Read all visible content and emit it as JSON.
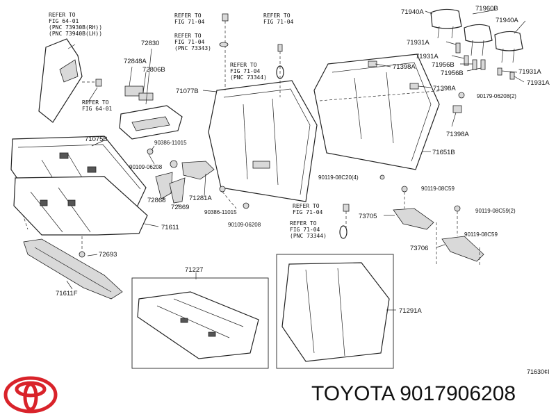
{
  "labels": [
    {
      "id": "71940A-top",
      "text": "71940A"
    },
    {
      "id": "71960B",
      "text": "71960B"
    },
    {
      "id": "71940A-mid",
      "text": "71940A"
    },
    {
      "id": "71931A-1",
      "text": "71931A"
    },
    {
      "id": "71931A-2",
      "text": "71931A"
    },
    {
      "id": "71956B-1",
      "text": "71956B"
    },
    {
      "id": "71956B-2",
      "text": "71956B"
    },
    {
      "id": "71931A-3",
      "text": "71931A"
    },
    {
      "id": "71931A-4",
      "text": "71931A"
    },
    {
      "id": "71398A-1",
      "text": "71398A"
    },
    {
      "id": "71398A-2",
      "text": "71398A"
    },
    {
      "id": "71398A-3",
      "text": "71398A"
    },
    {
      "id": "90179-06208",
      "text": "90179-06208(2)"
    },
    {
      "id": "71651B",
      "text": "71651B"
    },
    {
      "id": "90119-08C20",
      "text": "90119-08C20(4)"
    },
    {
      "id": "90119-08C59-a",
      "text": "90119-08C59"
    },
    {
      "id": "90119-08C59-b",
      "text": "90119-08C59(2)"
    },
    {
      "id": "90119-08C59-c",
      "text": "90119-08C59"
    },
    {
      "id": "73705",
      "text": "73705"
    },
    {
      "id": "73706",
      "text": "73706"
    },
    {
      "id": "71291A",
      "text": "71291A"
    },
    {
      "id": "71227",
      "text": "71227"
    },
    {
      "id": "71611F",
      "text": "71611F"
    },
    {
      "id": "72693",
      "text": "72693"
    },
    {
      "id": "71611",
      "text": "71611"
    },
    {
      "id": "71075B",
      "text": "71075B"
    },
    {
      "id": "72830",
      "text": "72830"
    },
    {
      "id": "72848A",
      "text": "72848A"
    },
    {
      "id": "72806B",
      "text": "72806B"
    },
    {
      "id": "71077B",
      "text": "71077B"
    },
    {
      "id": "90386-11015-a",
      "text": "90386-11015"
    },
    {
      "id": "90109-06208-a",
      "text": "90109-06208"
    },
    {
      "id": "72868",
      "text": "72868"
    },
    {
      "id": "72869",
      "text": "72869"
    },
    {
      "id": "71281A",
      "text": "71281A"
    },
    {
      "id": "90386-11015-b",
      "text": "90386-11015"
    },
    {
      "id": "90109-06208-b",
      "text": "90109-06208"
    }
  ],
  "refs": [
    {
      "id": "ref-64-01-top",
      "lines": [
        "REFER TO",
        "FIG 64-01",
        "(PNC 73930B(RH))",
        "(PNC 73940B(LH))"
      ]
    },
    {
      "id": "ref-64-01-bottom",
      "lines": [
        "REFER TO",
        "FIG 64-01"
      ]
    },
    {
      "id": "ref-71-04-a",
      "lines": [
        "REFER TO",
        "FIG 71-04"
      ]
    },
    {
      "id": "ref-71-04-b",
      "lines": [
        "REFER TO",
        "FIG 71-04",
        "(PNC 73343)"
      ]
    },
    {
      "id": "ref-71-04-c",
      "lines": [
        "REFER TO",
        "FIG 71-04"
      ]
    },
    {
      "id": "ref-71-04-d",
      "lines": [
        "REFER TO",
        "FIG 71-04",
        "(PNC 73344)"
      ]
    },
    {
      "id": "ref-71-04-e",
      "lines": [
        "REFER TO",
        "FIG 71-04"
      ]
    },
    {
      "id": "ref-71-04-f",
      "lines": [
        "REFER TO",
        "FIG 71-04",
        "(PNC 73344)"
      ]
    }
  ],
  "footer": {
    "diagram_code": "71630¢I",
    "part_number": "TOYOTA 9017906208",
    "logo_icon": "toyota-logo-icon",
    "logo_color": "#d9232a"
  }
}
